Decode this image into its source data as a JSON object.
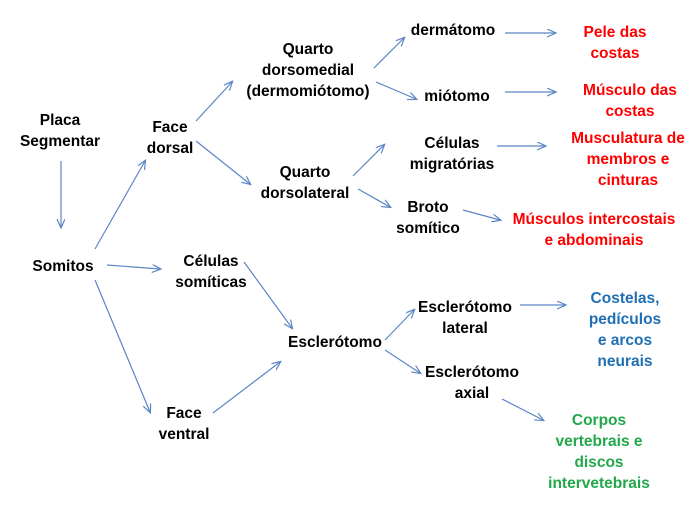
{
  "colors": {
    "arrow": "#5b86c5",
    "text": "#000000",
    "red": "#ff0000",
    "blue": "#1f6fb4",
    "green": "#22a84a"
  },
  "nodes": {
    "placa_segmentar": "Placa\nSegmentar",
    "somitos": "Somitos",
    "face_dorsal": "Face\ndorsal",
    "celulas_somiticas": "Células\nsomíticas",
    "face_ventral": "Face\nventral",
    "quarto_dorsomedial": "Quarto\ndorsomedial\n(dermomiótomo)",
    "quarto_dorsolateral": "Quarto\ndorsolateral",
    "esclerotomo": "Esclerótomo",
    "dermatomo": "dermátomo",
    "miotomo": "miótomo",
    "celulas_migratorias": "Células\nmigratórias",
    "broto_somitico": "Broto\nsomítico",
    "esclerotomo_lateral": "Esclerótomo\nlateral",
    "esclerotomo_axial": "Esclerótomo\naxial",
    "pele_costas": "Pele das\ncostas",
    "musculo_costas": "Músculo das\ncostas",
    "musculatura_membros": "Musculatura de\nmembros e\ncinturas",
    "musculos_intercostais": "Músculos intercostais\ne abdominais",
    "costelas": "Costelas,\npedículos\ne arcos\nneurais",
    "corpos_vertebrais": "Corpos\nvertebrais e\ndiscos\nintervetebrais"
  }
}
